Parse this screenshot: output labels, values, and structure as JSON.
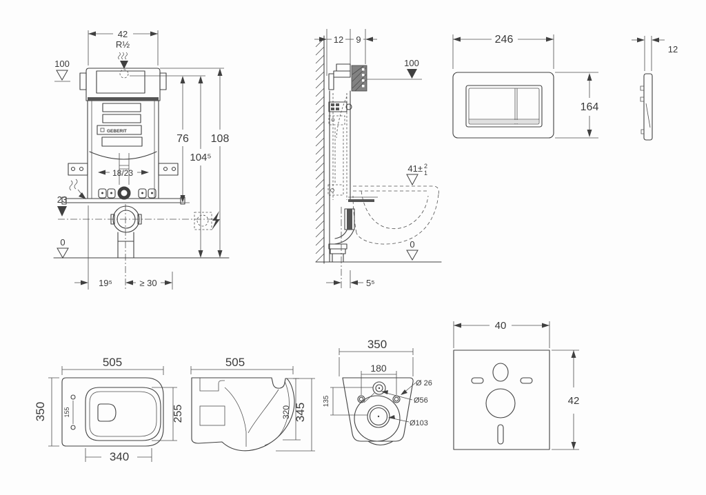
{
  "colors": {
    "background": "#fdfdfd",
    "line": "#404040",
    "text": "#3a3a3a"
  },
  "views": {
    "cistern_front": {
      "logo": "GEBERIT",
      "dims": {
        "width": "42",
        "water_connection": "R½",
        "level_top": "100",
        "height_frame": "76",
        "height_cistern": "104⁵",
        "height_total": "108",
        "rail_spacing": "18/23",
        "level_outlet": "23",
        "level_floor": "0",
        "outlet_offset": "19⁵",
        "clearance": "≥ 30"
      }
    },
    "cistern_side": {
      "dims": {
        "depth_frame": "12",
        "depth_cistern": "9",
        "level_top": "100",
        "level_bowl": "41±",
        "tolerance_plus": "2",
        "tolerance_minus": "1",
        "level_floor": "0",
        "outlet_offset": "5⁵"
      }
    },
    "flush_plate_front": {
      "dims": {
        "width": "246",
        "height": "164"
      }
    },
    "flush_plate_side": {
      "dims": {
        "thickness": "12"
      }
    },
    "bowl_top": {
      "dims": {
        "length": "505",
        "width": "350",
        "seat_hole_spacing": "155",
        "inner_width": "255",
        "inner_length": "340"
      }
    },
    "bowl_side": {
      "dims": {
        "length": "505",
        "inner_height": "320",
        "height": "345"
      }
    },
    "bowl_back": {
      "dims": {
        "width": "350",
        "fixing_hole_spacing": "180",
        "hole_offset": "135",
        "fixing_hole_diameter": "Ø 26",
        "inlet_diameter": "Ø56",
        "outlet_diameter": "Ø103"
      }
    },
    "sound_mat": {
      "dims": {
        "width": "40",
        "height": "42"
      }
    }
  }
}
